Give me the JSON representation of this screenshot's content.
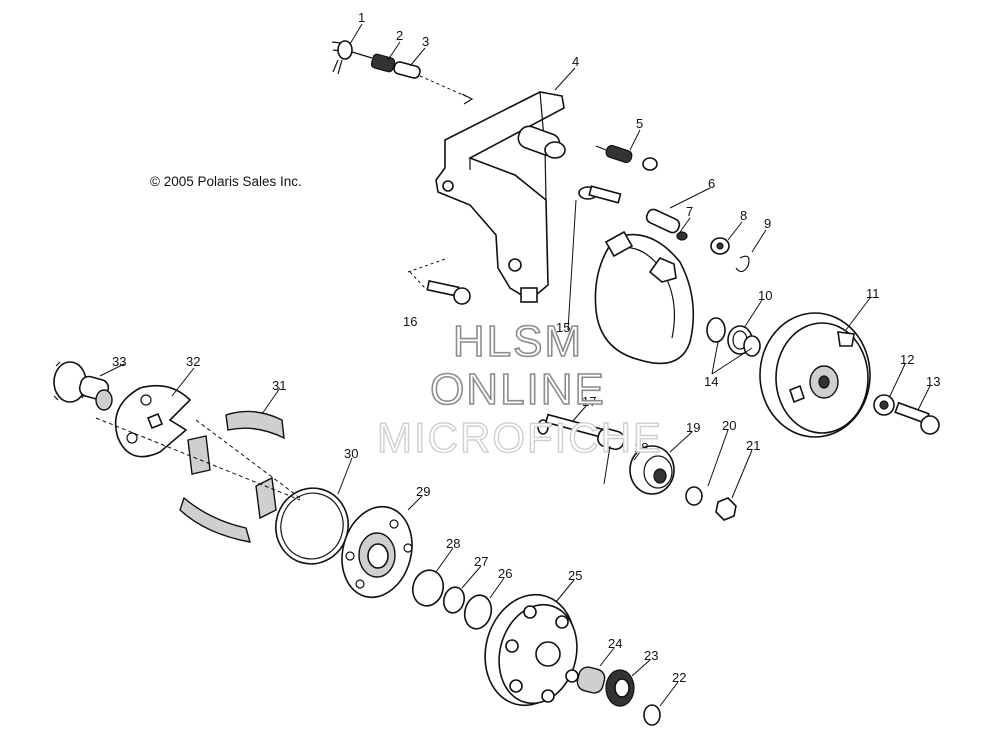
{
  "diagram": {
    "copyright": "© 2005 Polaris Sales Inc.",
    "watermark": [
      "HLSM",
      "ONLINE",
      "MICROFICHE"
    ],
    "callouts": [
      "1",
      "2",
      "3",
      "4",
      "5",
      "6",
      "7",
      "8",
      "9",
      "10",
      "11",
      "12",
      "13",
      "14",
      "15",
      "16",
      "17",
      "18",
      "19",
      "20",
      "21",
      "22",
      "23",
      "24",
      "25",
      "26",
      "27",
      "28",
      "29",
      "30",
      "31",
      "32",
      "33"
    ]
  }
}
